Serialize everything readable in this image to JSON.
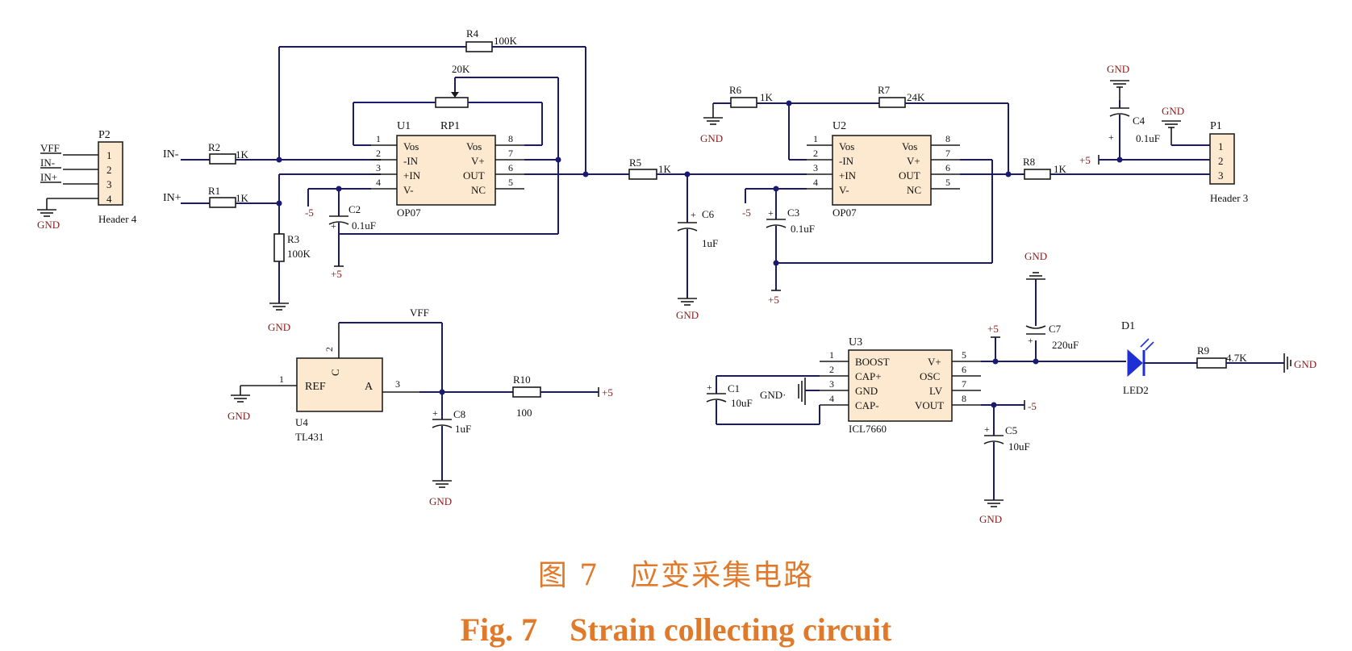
{
  "figure": {
    "caption_cn": "图 7　应变采集电路",
    "caption_en": "Fig. 7　Strain collecting circuit"
  },
  "components": {
    "P2": {
      "ref": "P2",
      "value": "Header 4",
      "pins": [
        "1",
        "2",
        "3",
        "4"
      ],
      "nets": [
        "VFF",
        "IN-",
        "IN+"
      ]
    },
    "P1": {
      "ref": "P1",
      "value": "Header 3",
      "pins": [
        "1",
        "2",
        "3"
      ]
    },
    "U1": {
      "ref": "U1",
      "value": "OP07",
      "left_pins": [
        "Vos",
        "-IN",
        "+IN",
        "V-"
      ],
      "right_pins": [
        "Vos",
        "V+",
        "OUT",
        "NC"
      ],
      "left_nums": [
        "1",
        "2",
        "3",
        "4"
      ],
      "right_nums": [
        "8",
        "7",
        "6",
        "5"
      ]
    },
    "U2": {
      "ref": "U2",
      "value": "OP07",
      "left_pins": [
        "Vos",
        "-IN",
        "+IN",
        "V-"
      ],
      "right_pins": [
        "Vos",
        "V+",
        "OUT",
        "NC"
      ],
      "left_nums": [
        "1",
        "2",
        "3",
        "4"
      ],
      "right_nums": [
        "8",
        "7",
        "6",
        "5"
      ]
    },
    "U3": {
      "ref": "U3",
      "value": "ICL7660",
      "left_pins": [
        "BOOST",
        "CAP+",
        "GND",
        "CAP-"
      ],
      "right_pins": [
        "V+",
        "OSC",
        "LV",
        "VOUT"
      ],
      "left_nums": [
        "1",
        "2",
        "3",
        "4"
      ],
      "right_nums": [
        "5",
        "6",
        "7",
        "8"
      ]
    },
    "U4": {
      "ref": "U4",
      "value": "TL431",
      "pin_ref": "REF",
      "pin_a": "A",
      "pin_c": "C",
      "n1": "1",
      "n2": "2",
      "n3": "3"
    },
    "RP1": {
      "ref": "RP1",
      "value": "20K"
    },
    "R1": {
      "ref": "R1",
      "value": "1K"
    },
    "R2": {
      "ref": "R2",
      "value": "1K"
    },
    "R3": {
      "ref": "R3",
      "value": "100K"
    },
    "R4": {
      "ref": "R4",
      "value": "100K"
    },
    "R5": {
      "ref": "R5",
      "value": "1K"
    },
    "R6": {
      "ref": "R6",
      "value": "1K"
    },
    "R7": {
      "ref": "R7",
      "value": "24K"
    },
    "R8": {
      "ref": "R8",
      "value": "1K"
    },
    "R9": {
      "ref": "R9",
      "value": "4.7K"
    },
    "R10": {
      "ref": "R10",
      "value": "100"
    },
    "C1": {
      "ref": "C1",
      "value": "10uF"
    },
    "C2": {
      "ref": "C2",
      "value": "0.1uF"
    },
    "C3": {
      "ref": "C3",
      "value": "0.1uF"
    },
    "C4": {
      "ref": "C4",
      "value": "0.1uF"
    },
    "C5": {
      "ref": "C5",
      "value": "10uF"
    },
    "C6": {
      "ref": "C6",
      "value": "1uF"
    },
    "C7": {
      "ref": "C7",
      "value": "220uF"
    },
    "C8": {
      "ref": "C8",
      "value": "1uF"
    },
    "D1": {
      "ref": "D1",
      "value": "LED2"
    }
  },
  "nets": {
    "gnd": "GND",
    "vff": "VFF",
    "vpos": "+5",
    "vneg": "-5",
    "in_neg": "IN-",
    "in_pos": "IN+",
    "plus": "+",
    "gnd_dot": "GND·"
  }
}
